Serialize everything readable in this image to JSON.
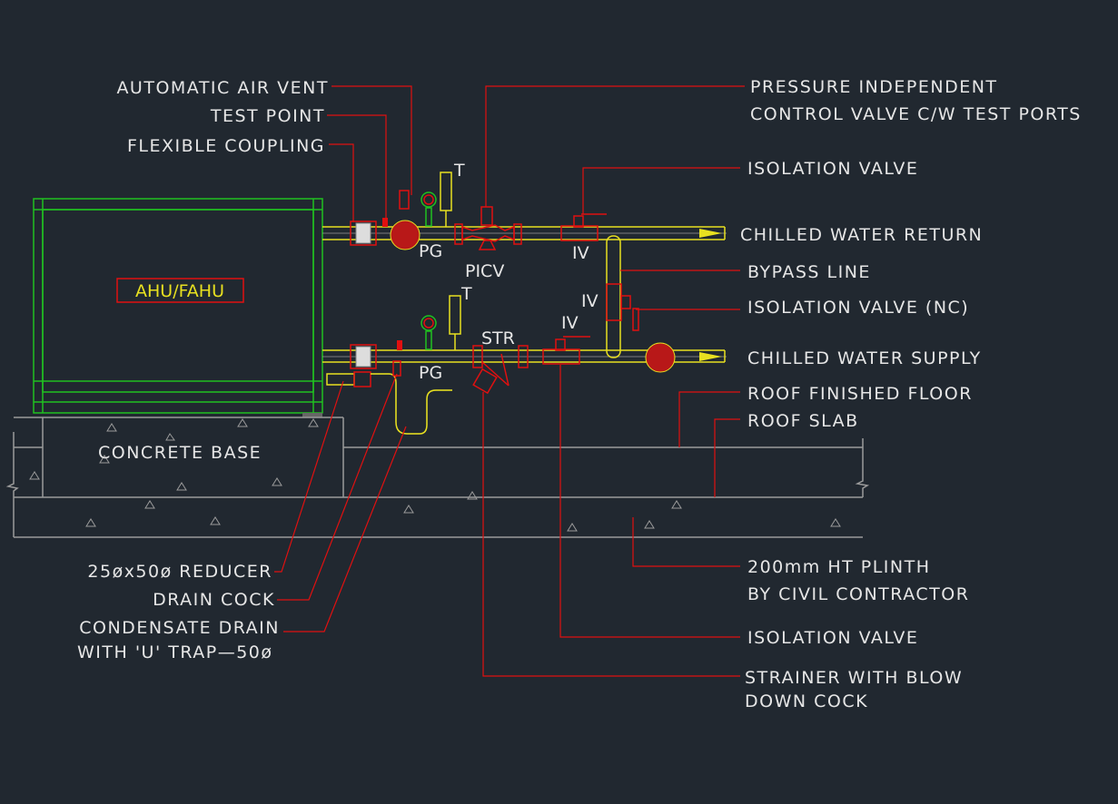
{
  "equipment": {
    "ahu_label": "AHU/FAHU",
    "base_label": "CONCRETE BASE"
  },
  "callouts": {
    "air_vent": "AUTOMATIC AIR VENT",
    "test_point": "TEST POINT",
    "flex_coupling": "FLEXIBLE COUPLING",
    "picv_line1": "PRESSURE INDEPENDENT",
    "picv_line2": "CONTROL VALVE C/W TEST PORTS",
    "iso_valve_top": "ISOLATION VALVE",
    "chw_return": "CHILLED WATER RETURN",
    "bypass": "BYPASS LINE",
    "iso_valve_nc": "ISOLATION VALVE (NC)",
    "chw_supply": "CHILLED WATER SUPPLY",
    "roof_floor": "ROOF FINISHED FLOOR",
    "roof_slab": "ROOF SLAB",
    "plinth_line1": "200mm HT PLINTH",
    "plinth_line2": "BY CIVIL CONTRACTOR",
    "iso_valve_bottom": "ISOLATION VALVE",
    "strainer_line1": "STRAINER WITH BLOW",
    "strainer_line2": "DOWN COCK",
    "reducer": "25øx50ø REDUCER",
    "drain_cock": "DRAIN COCK",
    "condensate_line1": "CONDENSATE DRAIN",
    "condensate_line2": "WITH 'U' TRAP—50ø"
  },
  "tags": {
    "pg_return": "PG",
    "picv": "PICV",
    "iv_return": "IV",
    "t_return": "T",
    "t_supply": "T",
    "str": "STR",
    "iv_supply": "IV",
    "iv_bypass": "IV",
    "pg_supply": "PG"
  },
  "colors": {
    "background": "#212830",
    "leader": "#e01010",
    "pipe": "#e8e020",
    "equipment": "#20c020",
    "text": "#e6e6e6"
  }
}
